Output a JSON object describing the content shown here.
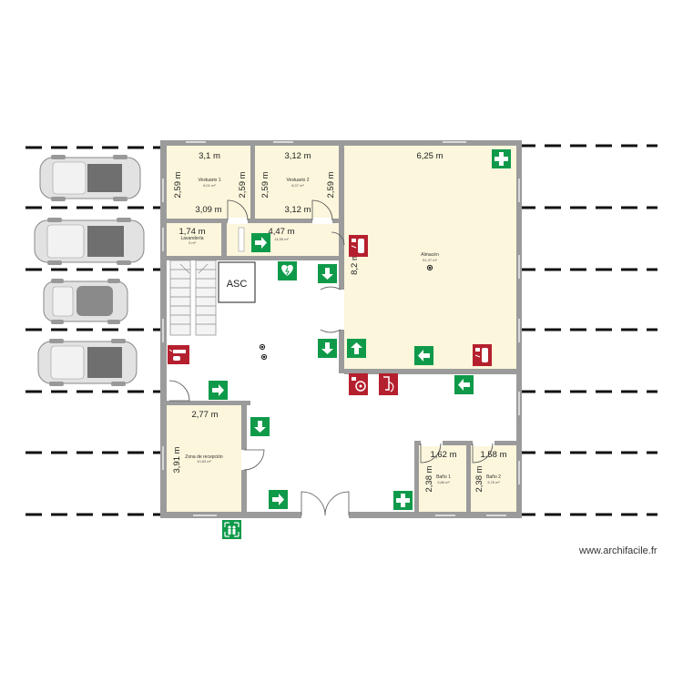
{
  "rooms": {
    "vestuario1": {
      "name": "Vestuario 1",
      "area": "8,01 m²"
    },
    "vestuario2": {
      "name": "Vestuario 2",
      "area": "8,07 m²"
    },
    "lavanderia": {
      "name": "Lavandería",
      "area": "3 m²"
    },
    "pasillo": {
      "name": "",
      "area": "14,55 m²"
    },
    "almacen": {
      "name": "Almacén",
      "area": "51,37 m²"
    },
    "recepcion": {
      "name": "Zona de recepción",
      "area": "10,83 m²"
    },
    "bano1": {
      "name": "Baño 1",
      "area": "3,86 m²"
    },
    "bano2": {
      "name": "Baño 2",
      "area": "3,76 m²"
    }
  },
  "dimensions": {
    "v1_top": "3,1 m",
    "v1_side": "2,59 m",
    "v1_bottom": "3,09 m",
    "v1_right": "2,59 m",
    "v2_top": "3,12 m",
    "v2_side": "2,59 m",
    "v2_bottom": "3,12 m",
    "v2_right": "2,59 m",
    "almacen_top": "6,25 m",
    "almacen_side": "8,2 m",
    "lavanderia_w": "1,74 m",
    "pasillo_w": "4,47 m",
    "recepcion_w": "2,77 m",
    "recepcion_h": "3,91 m",
    "bano1_w": "1,62 m",
    "bano1_h": "2,38 m",
    "bano2_w": "1,58 m",
    "bano2_h": "2,38 m"
  },
  "labels": {
    "elevator": "ASC",
    "credit": "www.archifacile.fr"
  },
  "colors": {
    "wall": "#9b9b9b",
    "room_fill": "#fbf6dc",
    "green_sign": "#0f9a4a",
    "red_sign": "#b5202e",
    "car_body": "#e2e2e2",
    "car_roof": "#6f6f6f",
    "stair": "#cfcfcf"
  },
  "icons": {
    "first_aid": "first-aid-cross-icon",
    "exit_arrow": "exit-arrow-icon",
    "extinguisher": "fire-extinguisher-icon",
    "fire_hose": "fire-hose-icon",
    "aed": "defibrillator-icon",
    "assembly_point": "assembly-point-icon",
    "detector": "smoke-detector-icon"
  }
}
